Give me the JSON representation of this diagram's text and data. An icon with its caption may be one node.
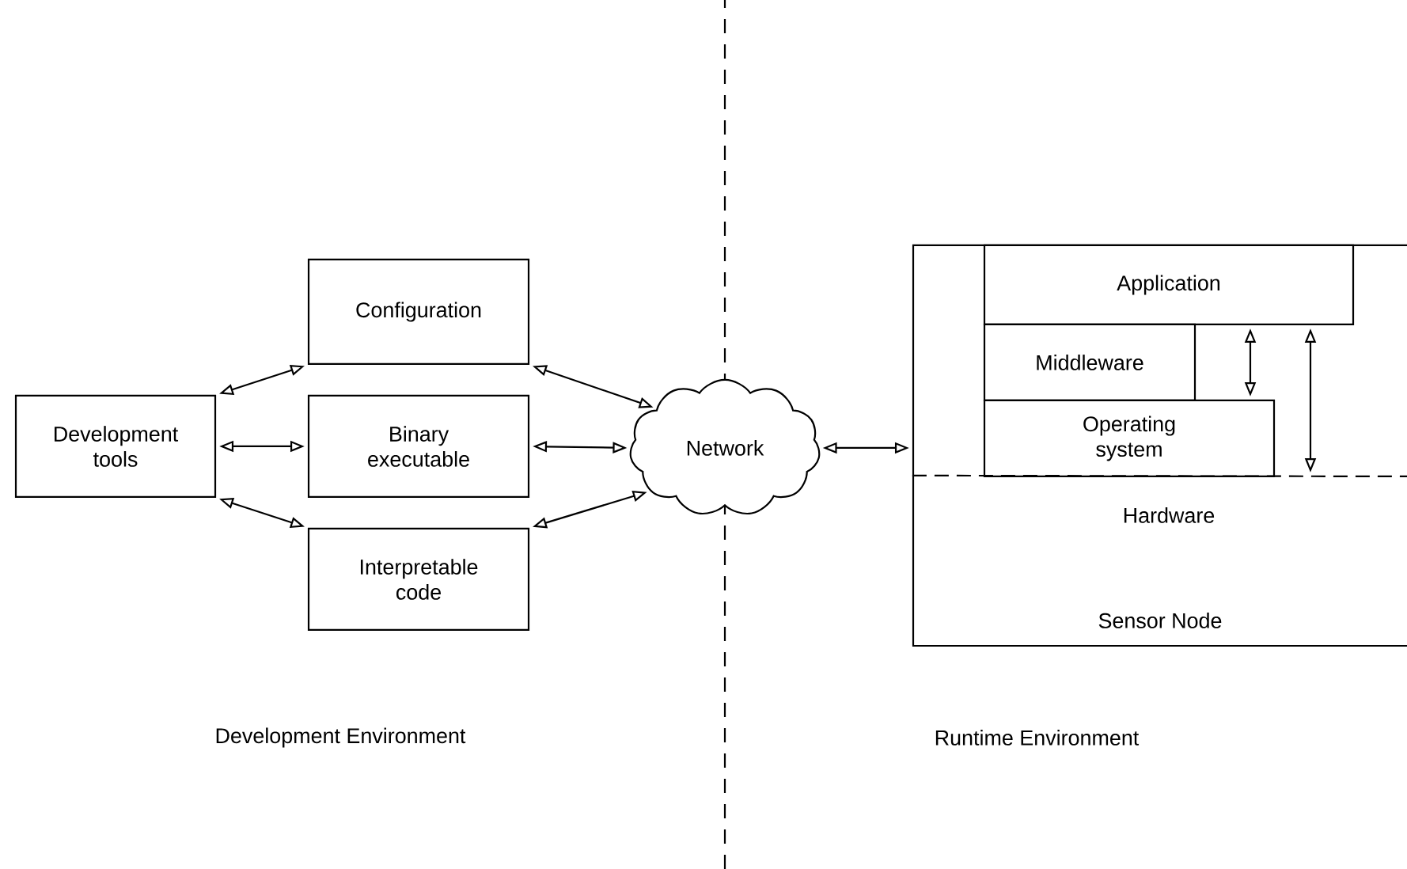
{
  "diagram": {
    "nodes": [
      {
        "text": [
          "Development tools"
        ]
      },
      {
        "text": [
          "Configuration"
        ]
      },
      {
        "text": [
          "Binary executable"
        ]
      },
      {
        "text": [
          "Interpretable code"
        ]
      },
      {
        "text": [
          "Network"
        ]
      },
      {
        "text": [
          "Sensor Node"
        ]
      },
      {
        "text": [
          "Application"
        ],
        "in": 5
      },
      {
        "text": [
          "Middleware"
        ],
        "in": 5
      },
      {
        "text": [
          "Operating system"
        ],
        "in": 5
      },
      {
        "text": [
          "Hardware"
        ],
        "in": 5
      }
    ],
    "edges": [
      {
        "from": 0,
        "to": 1,
        "arrow": "both"
      },
      {
        "from": 0,
        "to": 2,
        "arrow": "both"
      },
      {
        "from": 0,
        "to": 3,
        "arrow": "both"
      },
      {
        "from": 1,
        "to": 4,
        "arrow": "both"
      },
      {
        "from": 2,
        "to": 4,
        "arrow": "both"
      },
      {
        "from": 3,
        "to": 4,
        "arrow": "both"
      },
      {
        "from": 4,
        "to": 5,
        "arrow": "both"
      },
      {
        "from": 6,
        "to": 8,
        "arrow": "both"
      },
      {
        "from": 6,
        "to": 9,
        "arrow": "both"
      }
    ],
    "labels": [
      "Development Environment",
      "Runtime Environment"
    ]
  }
}
